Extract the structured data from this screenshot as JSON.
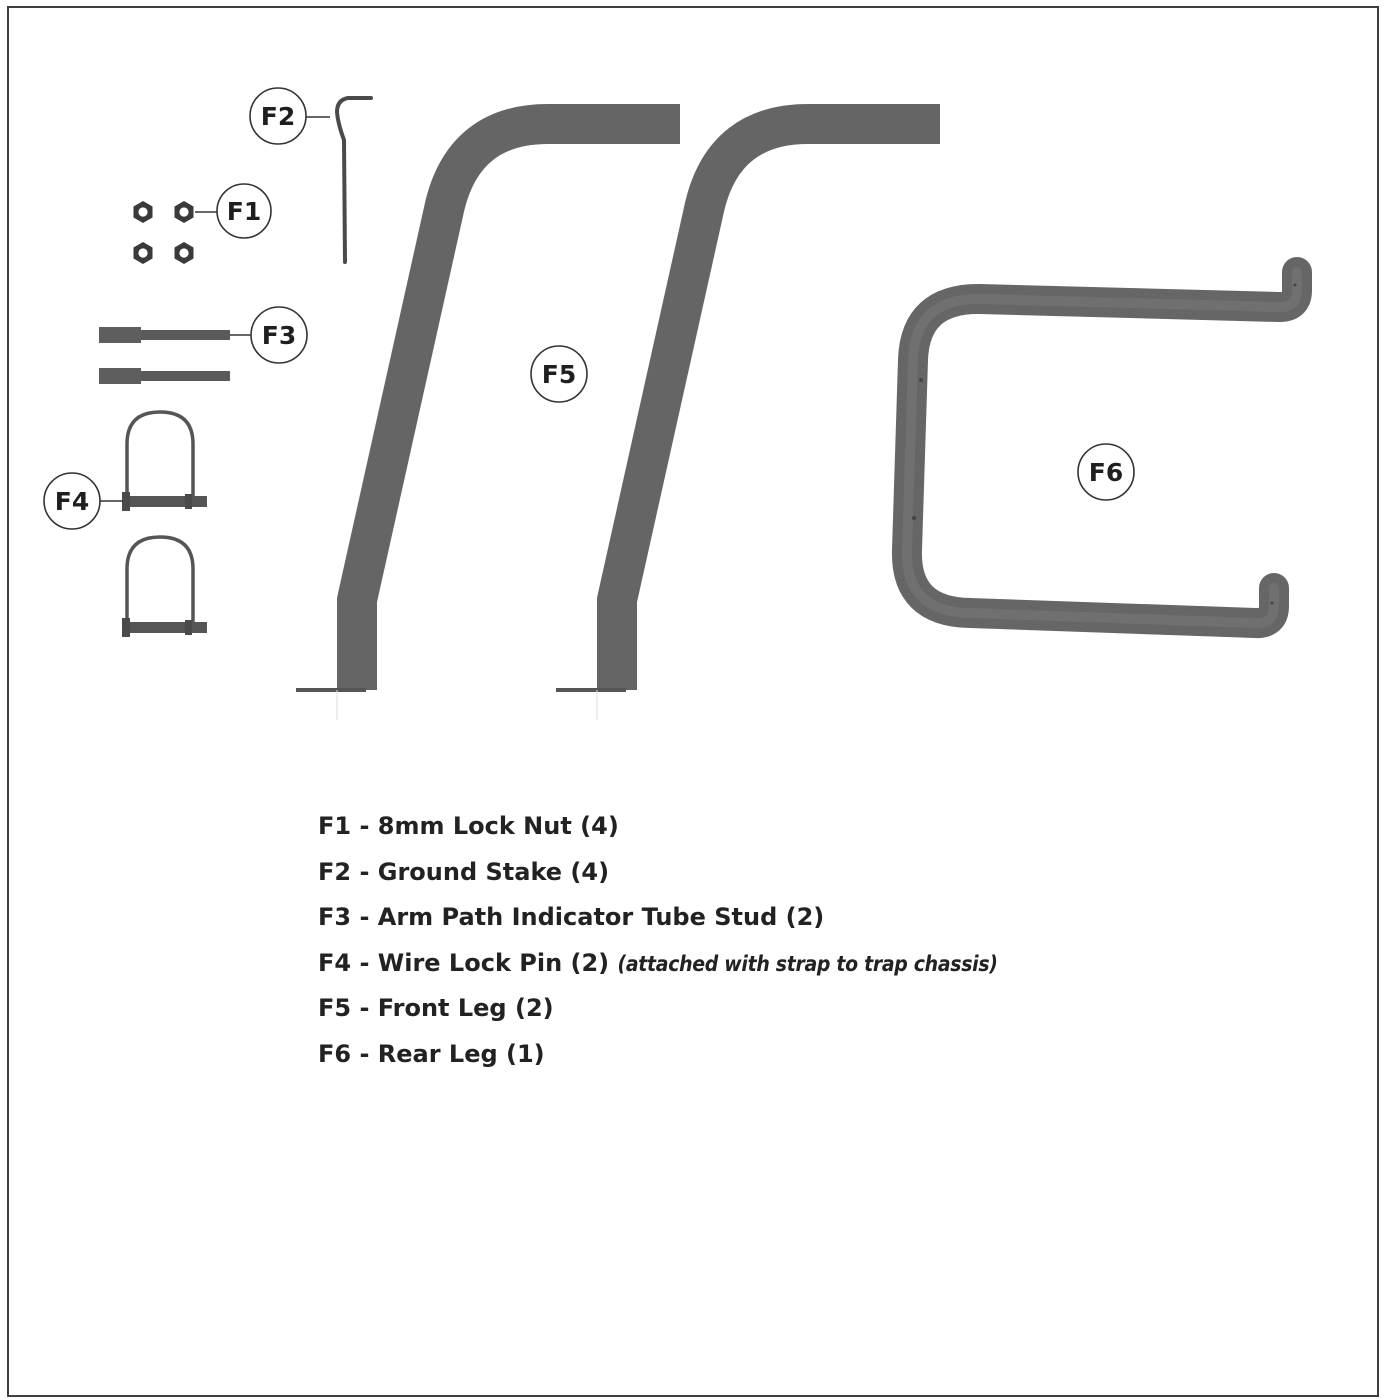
{
  "colors": {
    "part": "#6b6b6b",
    "part_dark": "#565656",
    "outline": "#333333",
    "text": "#222222"
  },
  "callouts": {
    "f1": "F1",
    "f2": "F2",
    "f3": "F3",
    "f4": "F4",
    "f5": "F5",
    "f6": "F6"
  },
  "legend": [
    {
      "text": "F1 - 8mm Lock Nut (4)",
      "note": ""
    },
    {
      "text": "F2 - Ground Stake (4)",
      "note": ""
    },
    {
      "text": "F3 - Arm Path Indicator Tube Stud (2)",
      "note": ""
    },
    {
      "text": "F4 - Wire Lock Pin (2)",
      "note": "(attached with strap to trap chassis)"
    },
    {
      "text": "F5 - Front Leg (2)",
      "note": ""
    },
    {
      "text": "F6 - Rear Leg (1)",
      "note": ""
    }
  ]
}
